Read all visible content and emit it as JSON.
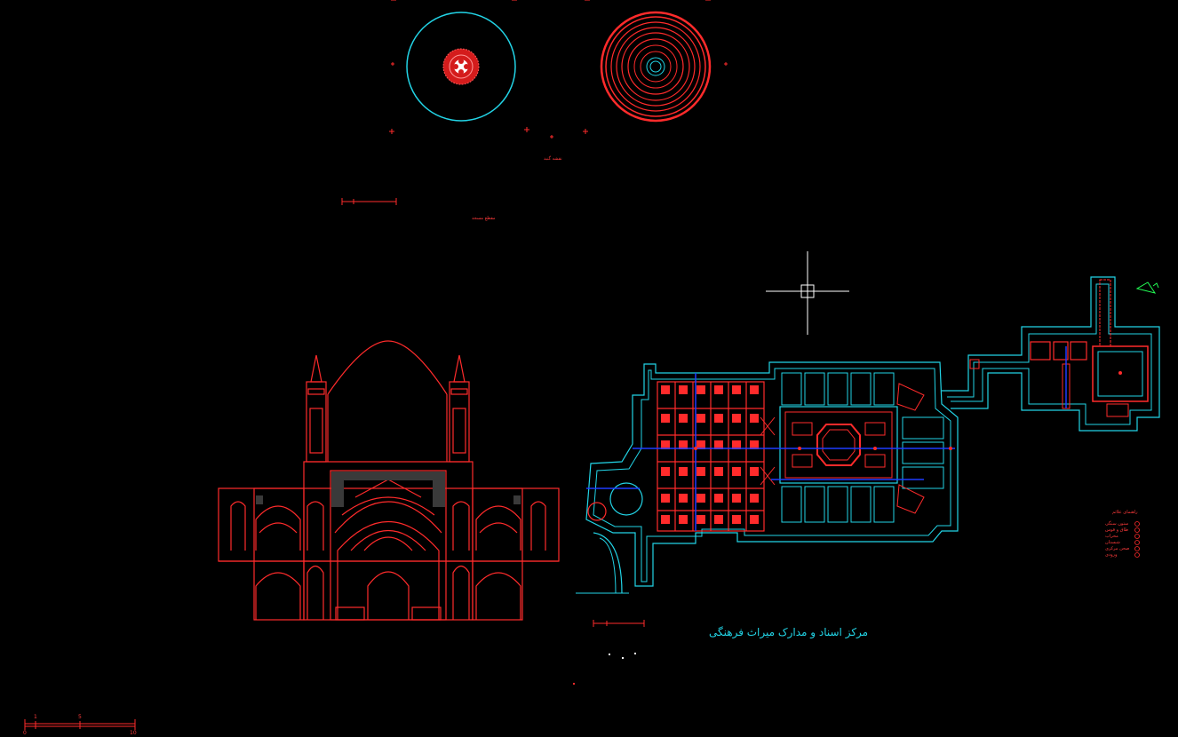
{
  "app": {
    "title": "",
    "background": "#000000",
    "colors": {
      "cyan": "#22d4e6",
      "red": "#ff2b2b",
      "blue": "#1e3cff",
      "crosshair": "#ffffff",
      "north": "#22ff55"
    }
  },
  "drawing": {
    "dome_plan_caption": "نقشه گنبد",
    "section_caption": "مقطع مسجد",
    "main_caption": "مرکز اسناد و مدارک میراث فرهنگی",
    "legend": {
      "title": "راهنمای علائم",
      "items": [
        "ستون سنگی",
        "طاق و قوس",
        "محراب",
        "شبستان",
        "صحن مرکزی",
        "ورودی"
      ]
    },
    "scale_labels": [
      "0",
      "1",
      "5",
      "10"
    ]
  },
  "icons": {
    "crosshair": "crosshair-cursor-icon",
    "north": "north-arrow-icon"
  }
}
